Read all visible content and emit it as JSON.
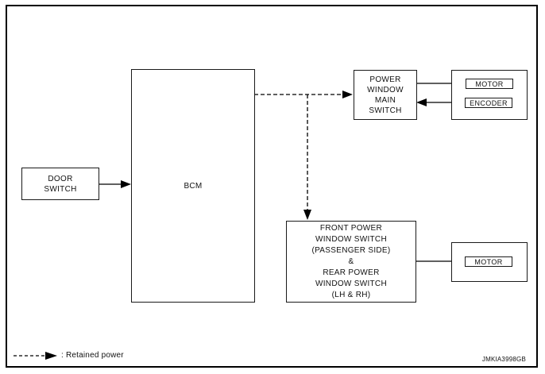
{
  "nodes": {
    "door_switch": "DOOR\nSWITCH",
    "bcm": "BCM",
    "power_window_main_switch": "POWER\nWINDOW\nMAIN\nSWITCH",
    "front_rear_power_window_switch": "FRONT POWER\nWINDOW SWITCH\n(PASSENGER SIDE)\n&\nREAR POWER\nWINDOW SWITCH\n(LH & RH)",
    "motor_main": "MOTOR",
    "encoder": "ENCODER",
    "motor_front_rear": "MOTOR"
  },
  "legend": {
    "retained_power": ": Retained power"
  },
  "figure": {
    "code": "JMKIA3998GB"
  },
  "colors": {
    "line": "#000000",
    "background": "#ffffff"
  }
}
